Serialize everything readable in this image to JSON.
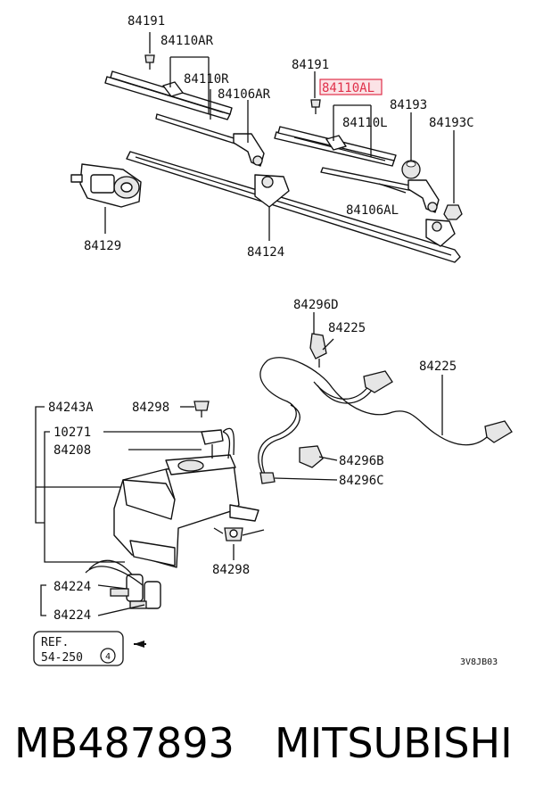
{
  "callouts": {
    "p84191a": "84191",
    "p84110ar": "84110AR",
    "p84110r": "84110R",
    "p84106ar": "84106AR",
    "p84191b": "84191",
    "p84110al": "84110AL",
    "p84193": "84193",
    "p84110l": "84110L",
    "p84193c": "84193C",
    "p84106al": "84106AL",
    "p84129": "84129",
    "p84124": "84124",
    "p84296d": "84296D",
    "p84225a": "84225",
    "p84225b": "84225",
    "p84243a": "84243A",
    "p84298a": "84298",
    "p10271": "10271",
    "p84208": "84208",
    "p84296b": "84296B",
    "p84296c": "84296C",
    "p84298b": "84298",
    "p84224a": "84224",
    "p84224b": "84224"
  },
  "reference": {
    "line1": "REF.",
    "line2": "54-250",
    "circle": "4"
  },
  "diagram_code": "3V8JB03",
  "highlight_color": "#e0304a",
  "footer": {
    "part_number": "MB487893",
    "brand": "MITSUBISHI"
  }
}
